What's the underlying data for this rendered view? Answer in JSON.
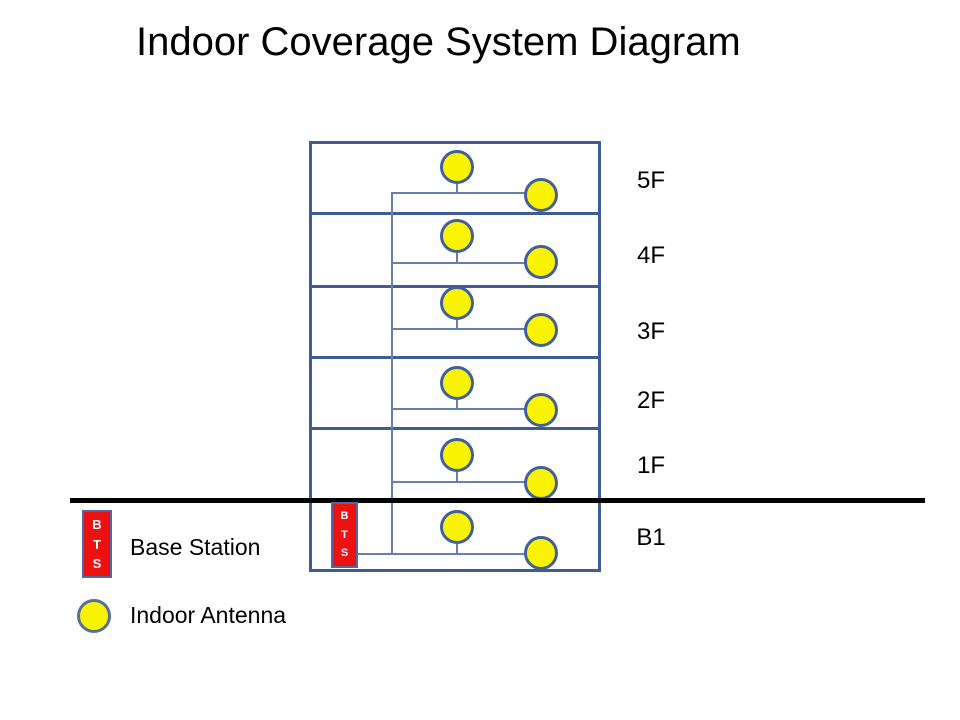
{
  "title": "Indoor Coverage System Diagram",
  "building": {
    "floors": [
      {
        "label": "5F"
      },
      {
        "label": "4F"
      },
      {
        "label": "3F"
      },
      {
        "label": "2F"
      },
      {
        "label": "1F"
      },
      {
        "label": "B1"
      }
    ]
  },
  "bts": {
    "letters": [
      "B",
      "T",
      "S"
    ]
  },
  "legend": {
    "items": [
      {
        "symbol": "bts-box",
        "label": "Base Station"
      },
      {
        "symbol": "antenna-circle",
        "label": "Indoor Antenna"
      }
    ]
  },
  "colors": {
    "structure_blue": "#3F5D95",
    "feeder_blue": "#6580B0",
    "antenna_yellow": "#FAF400",
    "antenna_border_blue": "#41609B",
    "bts_red": "#EE1111",
    "ground_black": "#000000"
  }
}
